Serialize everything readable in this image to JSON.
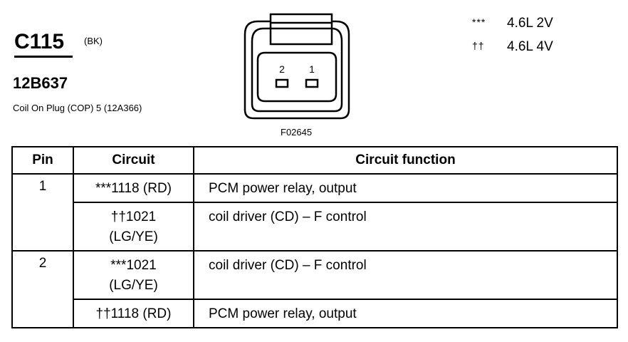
{
  "connector": {
    "id": "C115",
    "color_code": "(BK)",
    "part_number": "12B637",
    "description": "Coil On Plug (COP) 5 (12A366)"
  },
  "diagram": {
    "pin_labels": [
      "2",
      "1"
    ],
    "figure_id": "F02645"
  },
  "legend": [
    {
      "symbol": "***",
      "value": "4.6L 2V"
    },
    {
      "symbol": "††",
      "value": "4.6L 4V"
    }
  ],
  "table": {
    "headers": {
      "pin": "Pin",
      "circuit": "Circuit",
      "function": "Circuit function"
    },
    "rows": [
      {
        "pin": "1",
        "circuit_line1": "***1118 (RD)",
        "circuit_line2": "",
        "function": "PCM power relay, output"
      },
      {
        "pin": "",
        "circuit_line1": "††1021",
        "circuit_line2": "(LG/YE)",
        "function": "coil driver (CD) – F control"
      },
      {
        "pin": "2",
        "circuit_line1": "***1021",
        "circuit_line2": "(LG/YE)",
        "function": "coil driver (CD) – F control"
      },
      {
        "pin": "",
        "circuit_line1": "††1118 (RD)",
        "circuit_line2": "",
        "function": "PCM power relay, output"
      }
    ]
  }
}
